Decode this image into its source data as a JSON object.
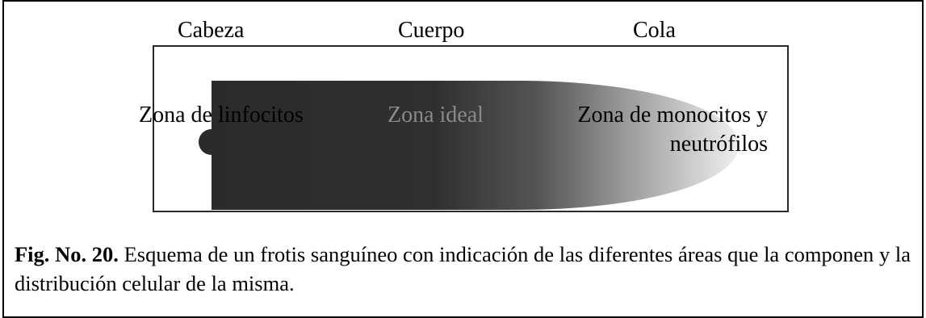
{
  "regions": {
    "head": "Cabeza",
    "body": "Cuerpo",
    "tail": "Cola"
  },
  "zones": {
    "lymphocytes": "Zona de linfocitos",
    "ideal": "Zona ideal",
    "monocytes_line1": "Zona de monocitos y",
    "monocytes_line2": "neutrófilos"
  },
  "caption": {
    "label": "Fig. No. 20.",
    "text": " Esquema de un frotis sanguíneo con indicación de las diferentes áreas que la componen y la distribución celular de la misma."
  },
  "colors": {
    "smear_dark": "#2b2b2b",
    "smear_light": "#f2f2f2",
    "ideal_text": "#8a8a8a"
  }
}
